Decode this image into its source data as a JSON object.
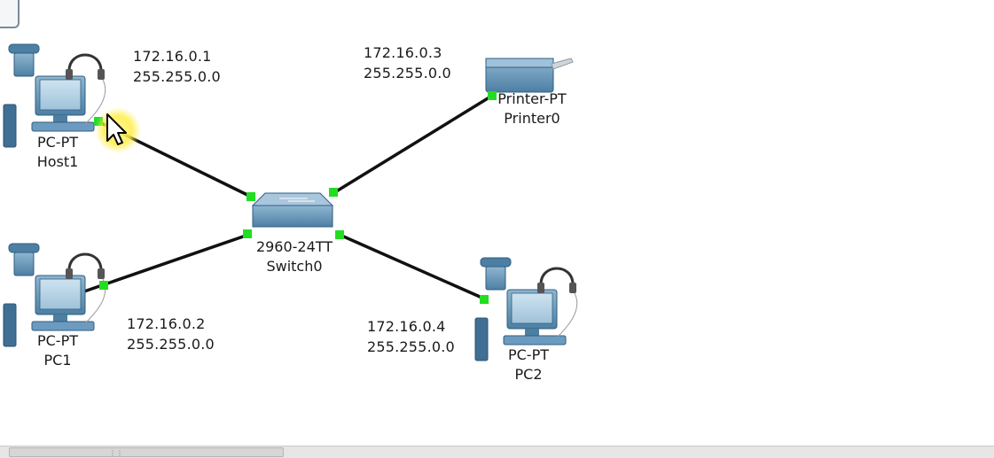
{
  "devices": {
    "host1": {
      "model": "PC-PT",
      "name": "Host1",
      "ip": "172.16.0.1",
      "mask": "255.255.0.0"
    },
    "pc1": {
      "model": "PC-PT",
      "name": "PC1",
      "ip": "172.16.0.2",
      "mask": "255.255.0.0"
    },
    "pc2": {
      "model": "PC-PT",
      "name": "PC2",
      "ip": "172.16.0.4",
      "mask": "255.255.0.0"
    },
    "printer0": {
      "model": "Printer-PT",
      "name": "Printer0",
      "ip": "172.16.0.3",
      "mask": "255.255.0.0"
    },
    "switch0": {
      "model": "2960-24TT",
      "name": "Switch0"
    }
  },
  "colors": {
    "link": "#111111",
    "port_up": "#22dd22",
    "device_body": "#5b8fb3",
    "device_dark": "#2f5f80",
    "cursor_highlight": "#ffee44"
  },
  "icons": {
    "pc": "pc-icon",
    "printer": "printer-icon",
    "switch": "switch-icon",
    "cursor": "mouse-pointer-icon"
  }
}
